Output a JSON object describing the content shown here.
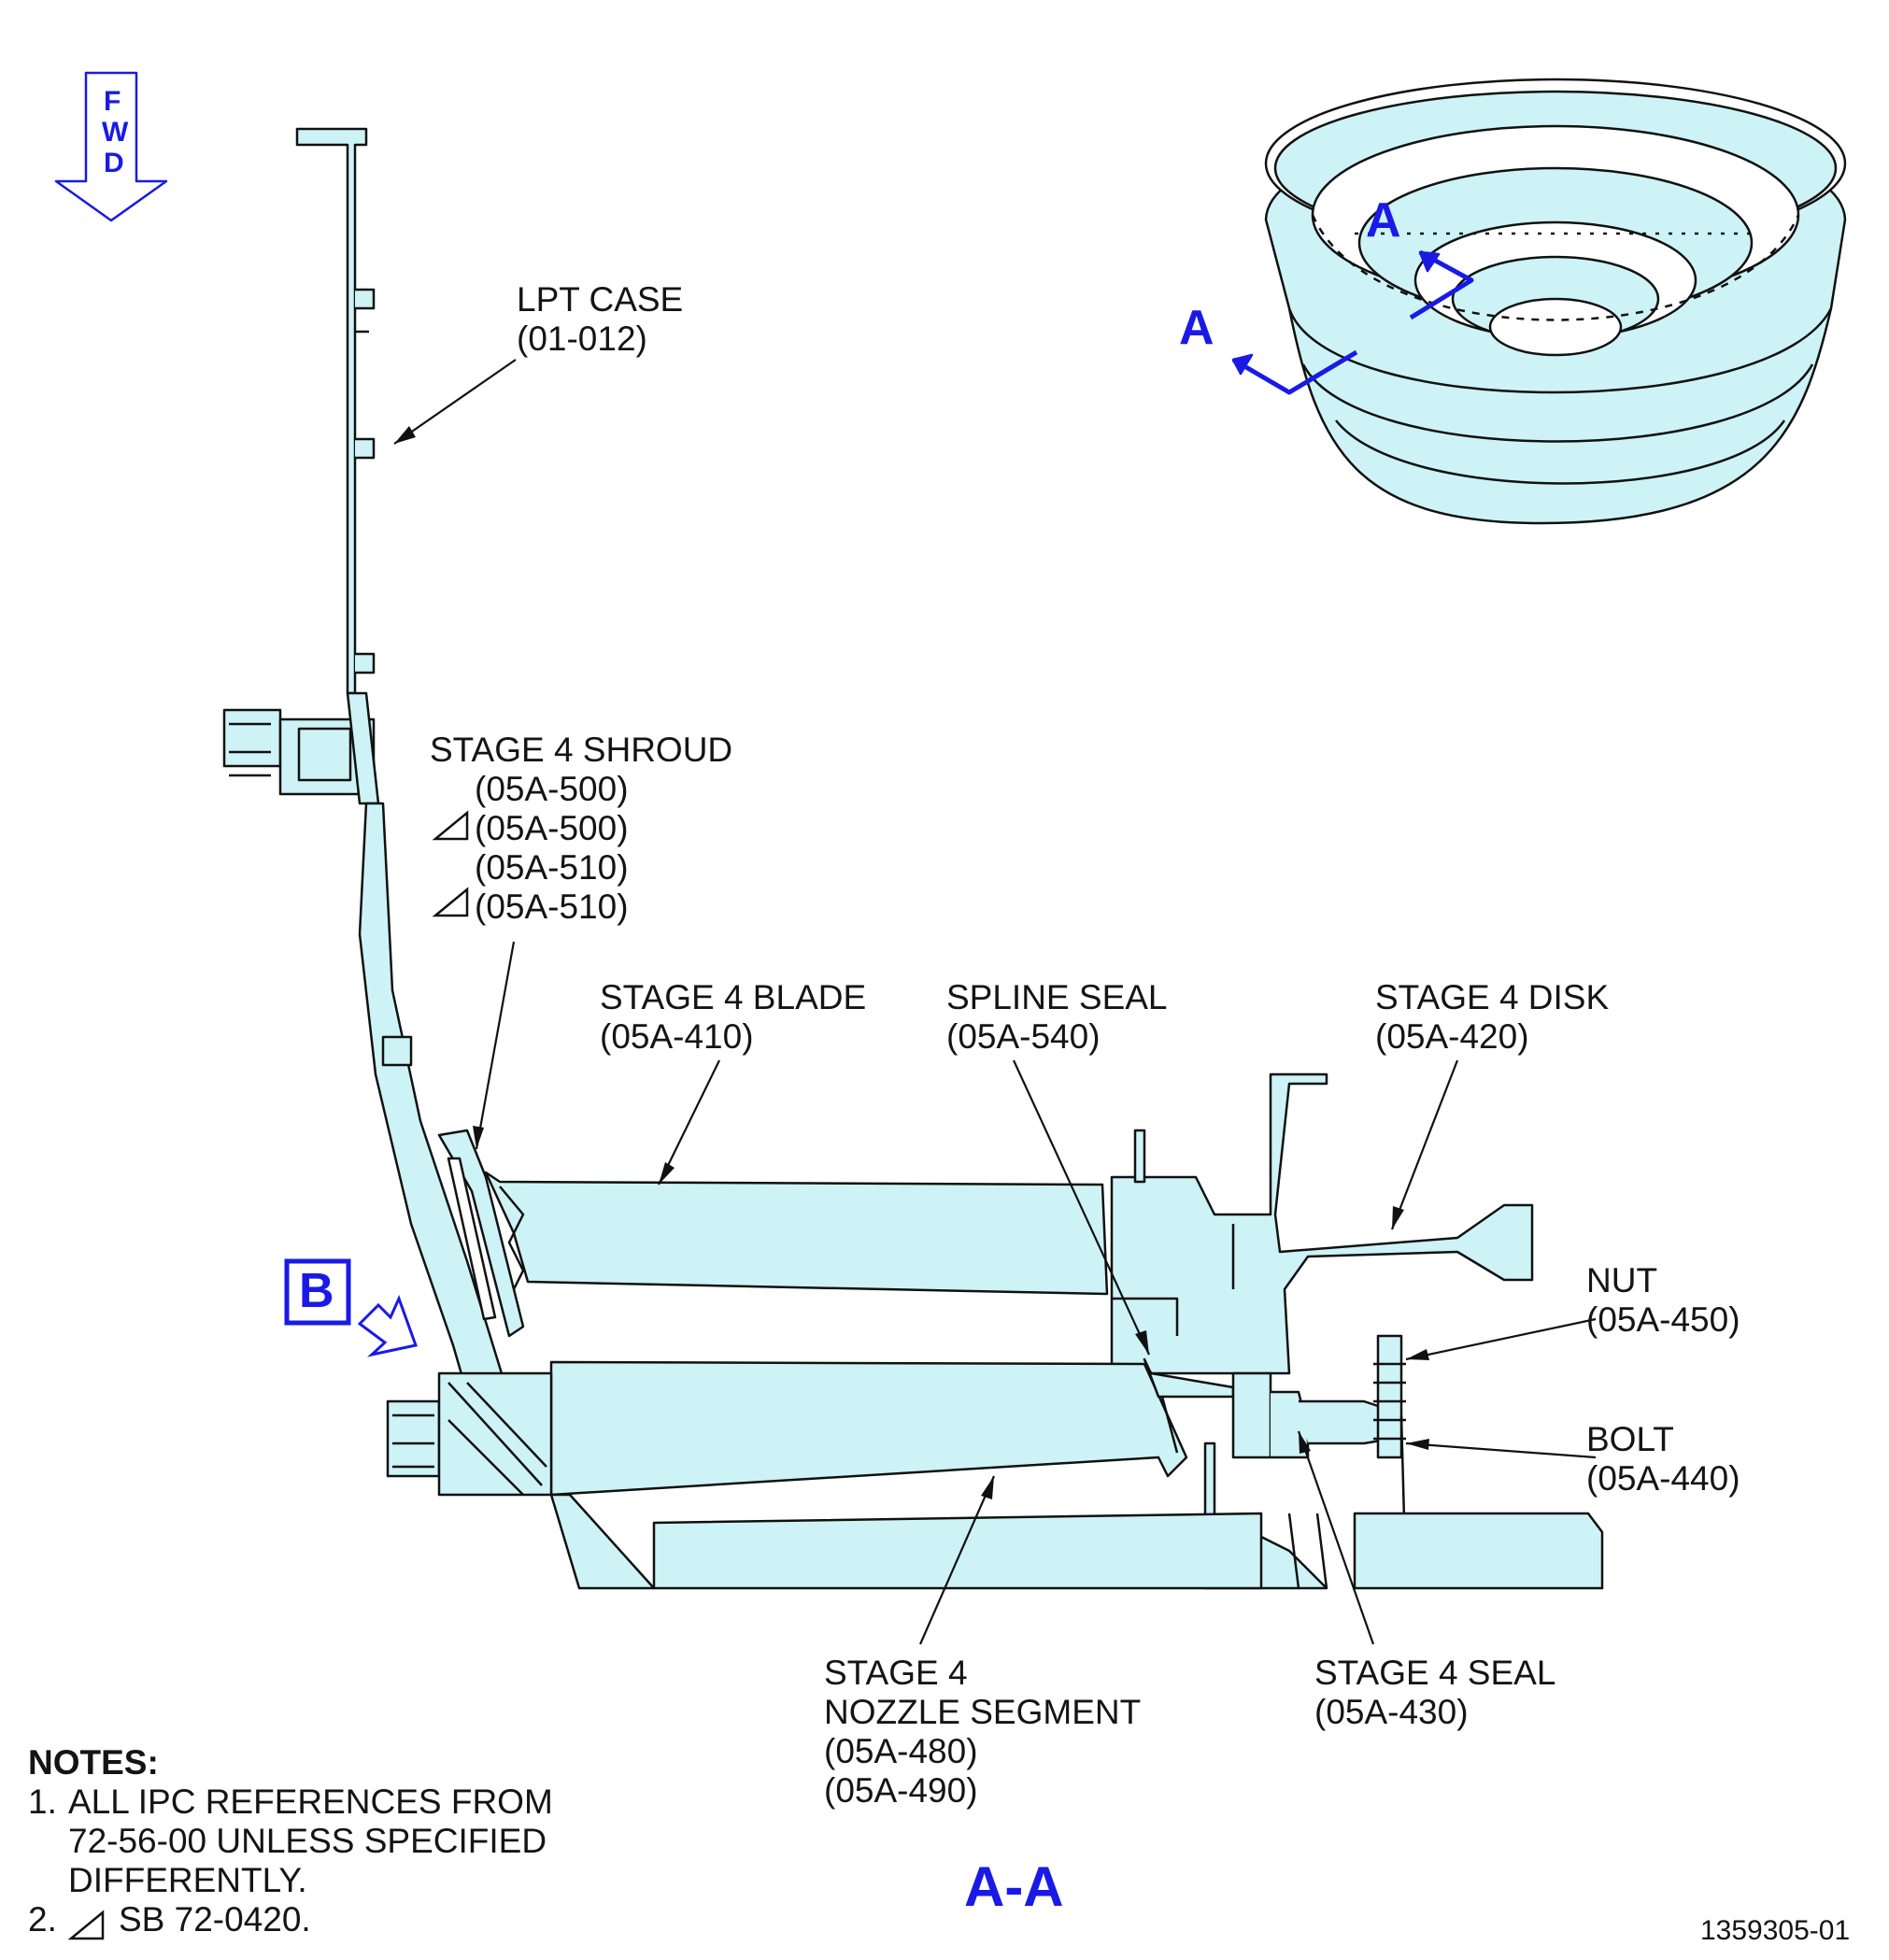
{
  "fwd_arrow": {
    "letters": [
      "F",
      "W",
      "D"
    ]
  },
  "view_letters": {
    "a_upper": "A",
    "a_left": "A",
    "b_box": "B",
    "section_title": "A-A"
  },
  "callouts": {
    "lpt_case": {
      "name": "LPT CASE",
      "ref": "(01-012)"
    },
    "stage4_shroud": {
      "name": "STAGE 4 SHROUD",
      "refs": [
        "(05A-500)",
        "(05A-500)",
        "(05A-510)",
        "(05A-510)"
      ],
      "sb_flag_on": [
        false,
        true,
        false,
        true
      ]
    },
    "stage4_blade": {
      "name": "STAGE 4 BLADE",
      "ref": "(05A-410)"
    },
    "spline_seal": {
      "name": "SPLINE SEAL",
      "ref": "(05A-540)"
    },
    "stage4_disk": {
      "name": "STAGE 4 DISK",
      "ref": "(05A-420)"
    },
    "nut": {
      "name": "NUT",
      "ref": "(05A-450)"
    },
    "bolt": {
      "name": "BOLT",
      "ref": "(05A-440)"
    },
    "stage4_nozzle": {
      "name_line1": "STAGE 4",
      "name_line2": "NOZZLE SEGMENT",
      "refs": [
        "(05A-480)",
        "(05A-490)"
      ]
    },
    "stage4_seal": {
      "name": "STAGE 4 SEAL",
      "ref": "(05A-430)"
    }
  },
  "notes": {
    "heading": "NOTES:",
    "items": [
      {
        "num": "1.",
        "lines": [
          "ALL IPC REFERENCES FROM",
          "72-56-00 UNLESS SPECIFIED",
          "DIFFERENTLY."
        ]
      },
      {
        "num": "2.",
        "sb_flag": true,
        "text": "SB 72-0420."
      }
    ]
  },
  "figure_id": "1359305-01",
  "colors": {
    "part_fill": "#cdf3f6",
    "line": "#111111",
    "accent_blue": "#1a1ae6"
  }
}
